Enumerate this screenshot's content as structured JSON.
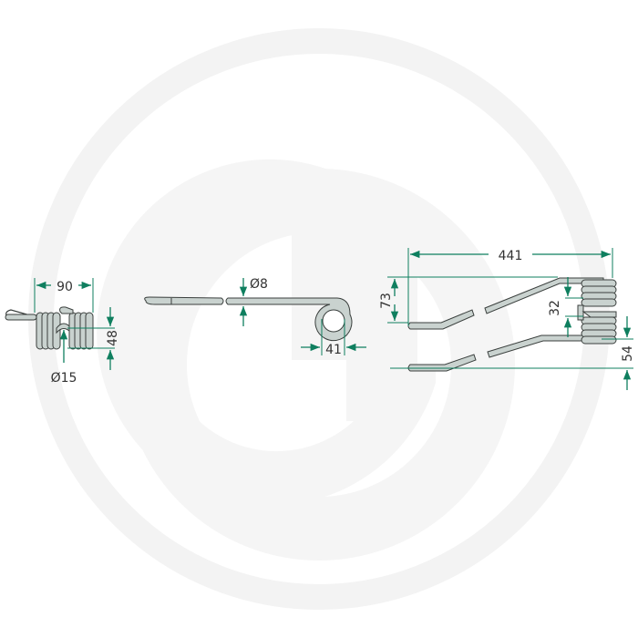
{
  "colors": {
    "background": "#ffffff",
    "watermark": "#f2f2f2",
    "dimension_line": "#0f7f5f",
    "spring_fill": "#c9d2cf",
    "spring_stroke": "#3a3f3d",
    "text": "#333333"
  },
  "watermark": {
    "icon": "g-logo-icon"
  },
  "views": {
    "front": {
      "width_label": "90",
      "height_label": "48",
      "diameter_label": "Ø15"
    },
    "side": {
      "wire_diameter_label": "Ø8",
      "coil_label": "41"
    },
    "top": {
      "length_label": "441",
      "offset_label": "73",
      "gap_label": "32",
      "lower_label": "54"
    }
  }
}
